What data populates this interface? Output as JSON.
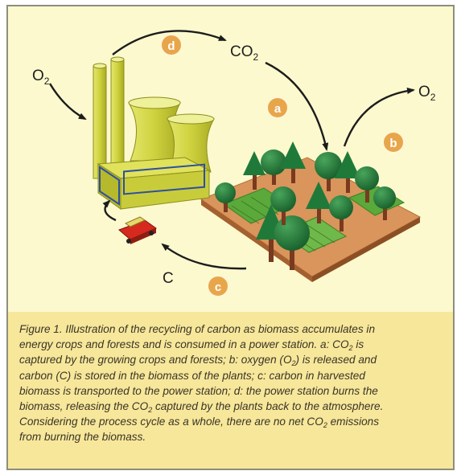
{
  "diagram": {
    "labels": {
      "o2_left": "O",
      "o2_left_sub": "2",
      "co2_top": "CO",
      "co2_top_sub": "2",
      "o2_right": "O",
      "o2_right_sub": "2",
      "c_bottom": "C"
    },
    "badges": {
      "a": "a",
      "b": "b",
      "c": "c",
      "d": "d"
    },
    "colors": {
      "panel": "#fcf9ce",
      "caption_bg": "#f7e79a",
      "badge": "#e8a64b",
      "factory": "#c9cc3a",
      "ground": "#d9955b",
      "tree": "#1f7a3a",
      "crops": "#5aa93a"
    }
  },
  "caption": {
    "line1": "Figure 1. Illustration of the recycling of carbon as biomass accumulates in",
    "line2a": "energy crops and forests and is consumed in a power station. a: CO",
    "line2_sub": "2",
    "line2b": " is",
    "line3": "captured by the growing crops and forests; b: oxygen (O",
    "line3_sub": "2",
    "line3b": ") is released and",
    "line4": "carbon (C) is stored in the biomass of the plants; c: carbon in harvested",
    "line5": "biomass is transported to the power station; d: the power station burns the",
    "line6a": "biomass, releasing the CO",
    "line6_sub": "2",
    "line6b": " captured by the plants back to the atmosphere.",
    "line7a": "Considering the process cycle as a whole, there are no net CO",
    "line7_sub": "2",
    "line7b": " emissions",
    "line8": "from burning the biomass."
  }
}
